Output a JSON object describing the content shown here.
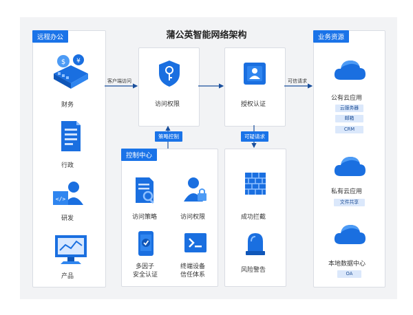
{
  "title": "蒲公英智能网络架构",
  "remote_office": {
    "tag": "远程办公",
    "items": [
      "财务",
      "行政",
      "研发",
      "产品"
    ]
  },
  "access_permission": {
    "label": "访问权限"
  },
  "authorization": {
    "label": "授权认证"
  },
  "business_resources": {
    "tag": "业务资源",
    "public_cloud": {
      "label": "公有云应用",
      "chips": [
        "云服务器",
        "邮箱",
        "CRM"
      ]
    },
    "private_cloud": {
      "label": "私有云应用",
      "chips": [
        "文件共享"
      ]
    },
    "local_dc": {
      "label": "本地数据中心",
      "chips": [
        "OA"
      ]
    }
  },
  "control_center": {
    "tag": "控制中心",
    "items": [
      {
        "label": "访问策略"
      },
      {
        "label": "访问权限"
      },
      {
        "label1": "多因子",
        "label2": "安全认证"
      },
      {
        "label1": "终端设备",
        "label2": "信任体系"
      }
    ]
  },
  "risk": {
    "items": [
      "成功拦截",
      "风险警告"
    ]
  },
  "edges": {
    "client_access": "客户端访问",
    "trusted_request": "可信请求",
    "policy_control": "策略控制",
    "suspicious_request": "可疑请求"
  },
  "colors": {
    "accent": "#1a73e8",
    "chip_bg": "#dbe8fb",
    "canvas": "#f2f3f5"
  }
}
